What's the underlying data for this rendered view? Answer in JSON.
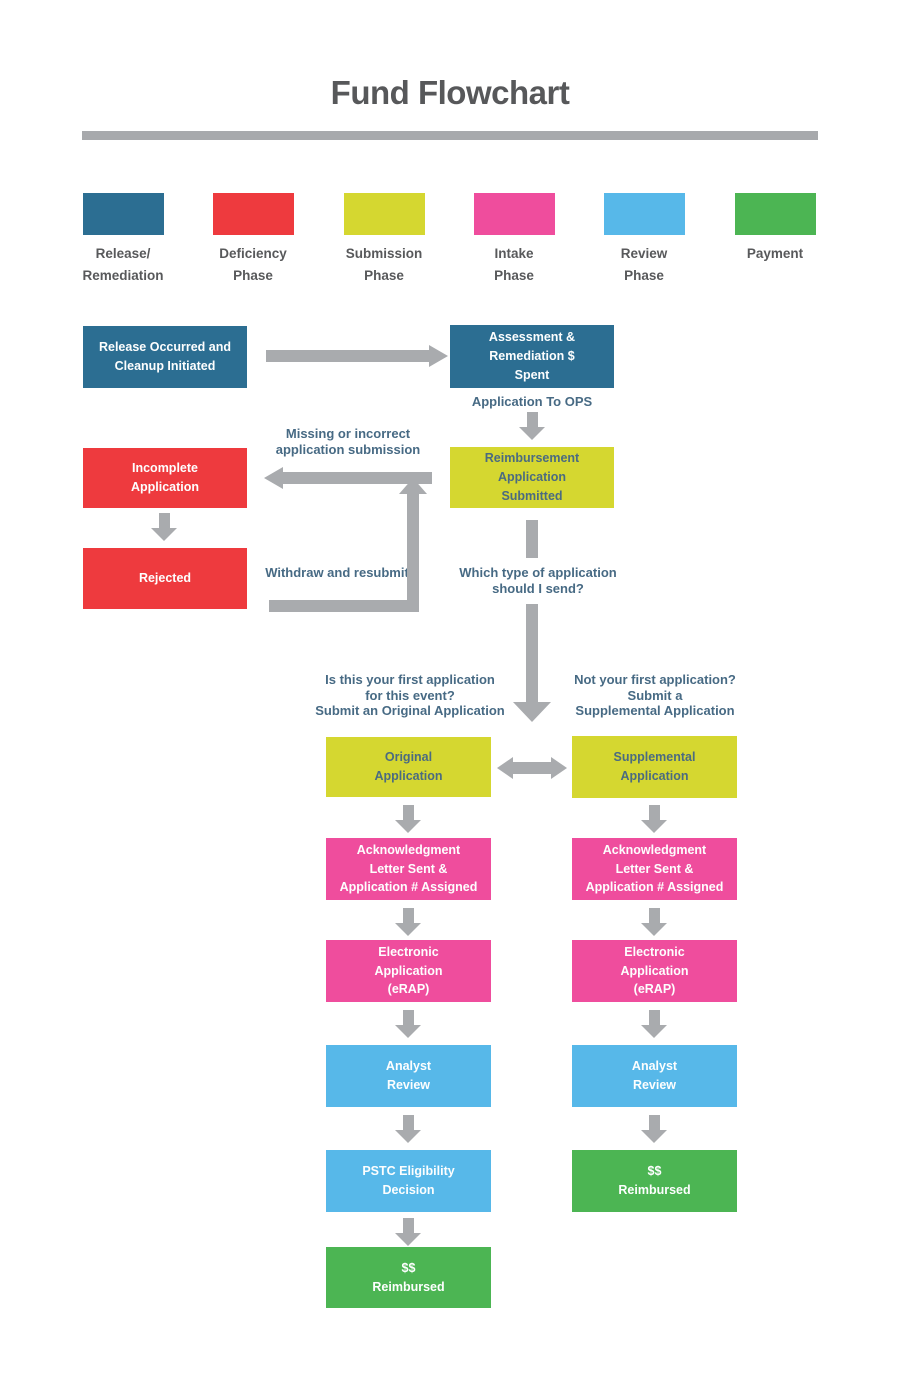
{
  "title": "Fund Flowchart",
  "colors": {
    "release_remediation": "#2C6E92",
    "deficiency": "#EE3A3E",
    "submission": "#D5D730",
    "intake": "#EF4D9D",
    "review": "#57B8E9",
    "payment": "#4CB553",
    "arrow_gray": "#A9ABAE",
    "label_blue": "#476A84",
    "title_gray": "#57585A"
  },
  "legend": {
    "items": [
      {
        "label": "Release/\nRemediation"
      },
      {
        "label": "Deficiency\nPhase"
      },
      {
        "label": "Submission\nPhase"
      },
      {
        "label": "Intake\nPhase"
      },
      {
        "label": "Review\nPhase"
      },
      {
        "label": "Payment"
      }
    ]
  },
  "flow": {
    "nodes": {
      "release_occurred": {
        "text": "Release Occurred and\nCleanup Initiated"
      },
      "assessment_spent": {
        "text": "Assessment &\nRemediation $\nSpent"
      },
      "reimbursement_submitted": {
        "text": "Reimbursement\nApplication\nSubmitted"
      },
      "incomplete_application": {
        "text": "Incomplete\nApplication"
      },
      "rejected": {
        "text": "Rejected"
      },
      "original_application": {
        "text": "Original\nApplication"
      },
      "supplemental_application": {
        "text": "Supplemental\nApplication"
      },
      "ack_original": {
        "text": "Acknowledgment\nLetter Sent &\nApplication # Assigned"
      },
      "ack_supplemental": {
        "text": "Acknowledgment\nLetter Sent &\nApplication # Assigned"
      },
      "erap_original": {
        "text": "Electronic\nApplication\n(eRAP)"
      },
      "erap_supplemental": {
        "text": "Electronic\nApplication\n(eRAP)"
      },
      "analyst_original": {
        "text": "Analyst\nReview"
      },
      "analyst_supplemental": {
        "text": "Analyst\nReview"
      },
      "pstc_decision": {
        "text": "PSTC Eligibility\nDecision"
      },
      "reimbursed_original": {
        "text": "$$\nReimbursed"
      },
      "reimbursed_supplemental": {
        "text": "$$\nReimbursed"
      }
    },
    "labels": {
      "application_to_ops": "Application To OPS",
      "missing_incorrect": "Missing or incorrect\napplication submission",
      "withdraw_resubmit": "Withdraw and resubmit",
      "which_type": "Which type of application\nshould I send?",
      "first_application": "Is this your first application\nfor this event?\nSubmit an Original Application",
      "not_first_application": "Not your first application?\nSubmit a\nSupplemental Application"
    }
  }
}
